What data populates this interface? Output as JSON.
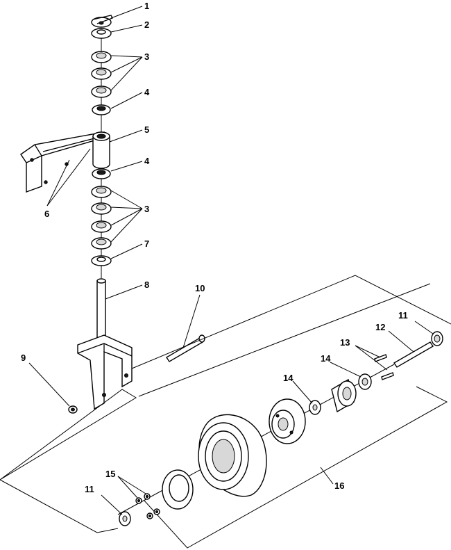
{
  "callouts": {
    "c1": "1",
    "c2": "2",
    "c3a": "3",
    "c4a": "4",
    "c5": "5",
    "c4b": "4",
    "c6": "6",
    "c3b": "3",
    "c7": "7",
    "c8": "8",
    "c9": "9",
    "c10": "10",
    "c11a": "11",
    "c12": "12",
    "c13": "13",
    "c14a": "14",
    "c14b": "14",
    "c15": "15",
    "c16": "16",
    "c11b": "11"
  }
}
